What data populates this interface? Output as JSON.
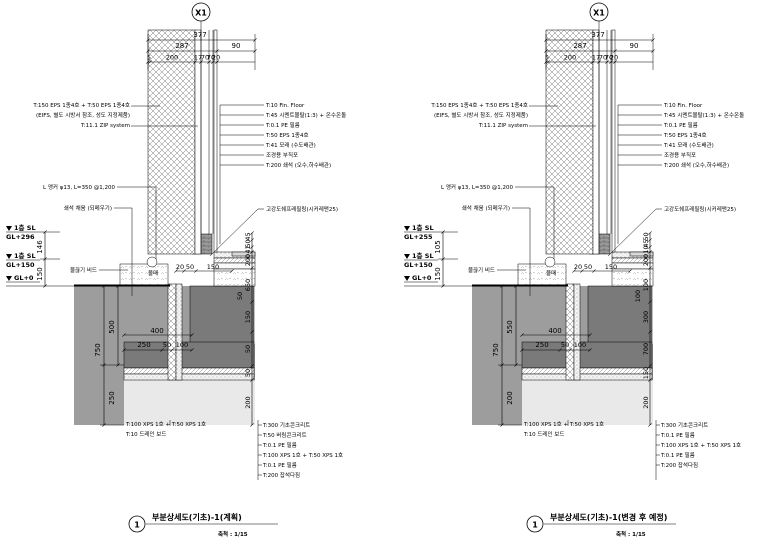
{
  "details": [
    {
      "grid": "X1",
      "top_dims": {
        "total": "377",
        "sub": "287",
        "right": "90",
        "parts": [
          "5",
          "200",
          "17",
          "70",
          "70",
          "20"
        ]
      },
      "left_notes": [
        "T:150 EPS 1종4호 + T:50 EPS 1종4호",
        "(EIFS, 별도 시방서 참조, 성도 지정제품)",
        "T:11.1 ZIP system"
      ],
      "anchor_note": "L 앵커 φ13, L=350 @1,200",
      "fill_note": "쇄석 채움 (되메우기)",
      "bead_note": "물끊기 비드",
      "tag": "물매",
      "floor_notes": [
        "T:10 Fin. Floor",
        "T:45 시멘트몰탈(1:3) + 온수온돌",
        "T:0.1 PE 필름",
        "T:50 EPS 1종4호",
        "T:41 모래 (수도배관)",
        "조경용 부직포",
        "T:200 쇄석 (오수,하수배관)"
      ],
      "sill_note": "고강도쉐프레필링(시커레맨25)",
      "levels": [
        {
          "label": "1층 SL",
          "sub": "GL+296"
        },
        {
          "label": "1층 SL",
          "sub": "GL+150"
        },
        {
          "label": "GL+0",
          "sub": ""
        }
      ],
      "left_dims_a": [
        "146",
        "150"
      ],
      "left_dims_b": [
        "500",
        "750",
        "250"
      ],
      "center_dims": [
        "20",
        "50",
        "150"
      ],
      "footing_dims": {
        "width": "400",
        "parts": [
          "250",
          "50",
          "100"
        ]
      },
      "right_dims": [
        "45",
        "50",
        "41",
        "200",
        "650",
        "150",
        "50",
        "50",
        "200"
      ],
      "step_dim": "50",
      "bottom_left_notes": [
        "T:100 XPS 1호 + T:50 XPS 1호",
        "T:10 드레인 보드"
      ],
      "bottom_right_notes": [
        "T:300 기초콘크리트",
        "T:50 버림콘크리트",
        "T:0.1 PE 필름",
        "T:100 XPS 1호 + T:50 XPS 1호",
        "T:0.1 PE 필름",
        "T:200 잡석다짐"
      ],
      "title": {
        "number": "1",
        "name": "부분상세도(기초)-1(계획)",
        "scale": "축척 : 1/15"
      }
    },
    {
      "grid": "X1",
      "top_dims": {
        "total": "377",
        "sub": "287",
        "right": "90",
        "parts": [
          "5",
          "200",
          "17",
          "70",
          "70",
          "20"
        ]
      },
      "left_notes": [
        "T:150 EPS 1종4호 + T:50 EPS 1종4호",
        "(EIFS, 별도 시방서 참조, 성도 지정제품)",
        "T:11.1 ZIP system"
      ],
      "anchor_note": "L 앵커 φ13, L=350 @1,200",
      "fill_note": "쇄석 채움 (되메우기)",
      "bead_note": "물끊기 비드",
      "tag": "물매",
      "floor_notes": [
        "T:10 Fin. Floor",
        "T:45 시멘트몰탈(1:3) + 온수온돌",
        "T:0.1 PE 필름",
        "T:50 EPS 1종4호",
        "T:41 모래 (수도배관)",
        "조경용 부직포",
        "T:200 쇄석 (오수,하수배관)"
      ],
      "sill_note": "고강도쉐프레필링(시커레맨25)",
      "levels": [
        {
          "label": "1층 SL",
          "sub": "GL+255"
        },
        {
          "label": "1층 SL",
          "sub": "GL+150"
        },
        {
          "label": "GL+0",
          "sub": ""
        }
      ],
      "left_dims_a": [
        "105",
        "150"
      ],
      "left_dims_b": [
        "550",
        "750",
        "200"
      ],
      "center_dims": [
        "20",
        "50",
        "150"
      ],
      "footing_dims": {
        "width": "400",
        "parts": [
          "250",
          "50",
          "100"
        ]
      },
      "right_dims": [
        "50",
        "45",
        "10",
        "200",
        "100",
        "300",
        "700",
        "150",
        "200"
      ],
      "step_dim": "100",
      "bottom_left_notes": [
        "T:100 XPS 1호 + T:50 XPS 1호",
        "T:10 드레인 보드"
      ],
      "bottom_right_notes": [
        "T:300 기초콘크리트",
        "T:0.1 PE 필름",
        "T:100 XPS 1호 + T:50 XPS 1호",
        "T:0.1 PE 필름",
        "T:200 잡석다짐"
      ],
      "title": {
        "number": "1",
        "name": "부분상세도(기초)-1(변경 후 예정)",
        "scale": "축척 : 1/15"
      }
    }
  ]
}
